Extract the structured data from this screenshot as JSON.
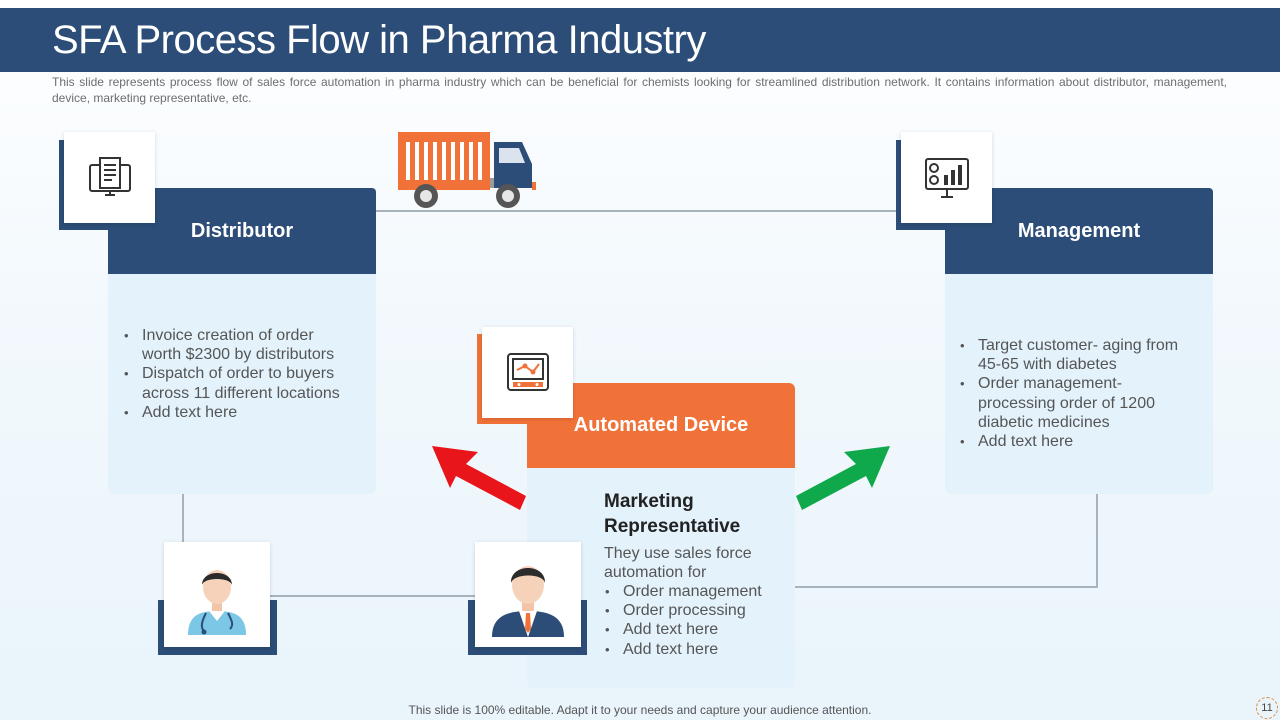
{
  "title": "SFA Process Flow in Pharma Industry",
  "subtitle": "This slide represents process flow of sales force automation in pharma industry which can be beneficial for chemists looking for streamlined distribution network. It contains information about distributor, management, device, marketing representative, etc.",
  "distributor": {
    "heading": "Distributor",
    "icon": "document-monitor-icon",
    "bullets": [
      "Invoice creation of order worth $2300 by distributors",
      "Dispatch of order to buyers across 11 different locations",
      "Add text here"
    ]
  },
  "management": {
    "heading": "Management",
    "icon": "analytics-dashboard-icon",
    "bullets": [
      "Target customer- aging from 45-65 with diabetes",
      "Order management- processing order of 1200 diabetic medicines",
      "Add text here"
    ]
  },
  "device": {
    "heading": "Automated Device",
    "icon": "device-screen-icon"
  },
  "marketing": {
    "heading": "Marketing Representative",
    "intro": "They use sales force automation for",
    "bullets": [
      "Order management",
      "Order processing",
      "Add text here",
      "Add text here"
    ]
  },
  "footer": "This slide is 100% editable. Adapt it to your  needs and capture your audience attention.",
  "page_number": "11",
  "colors": {
    "navy": "#2c4d77",
    "orange": "#f07238",
    "light_blue": "#e3f2fb",
    "red_arrow": "#e8151b",
    "green_arrow": "#0fa84a"
  }
}
